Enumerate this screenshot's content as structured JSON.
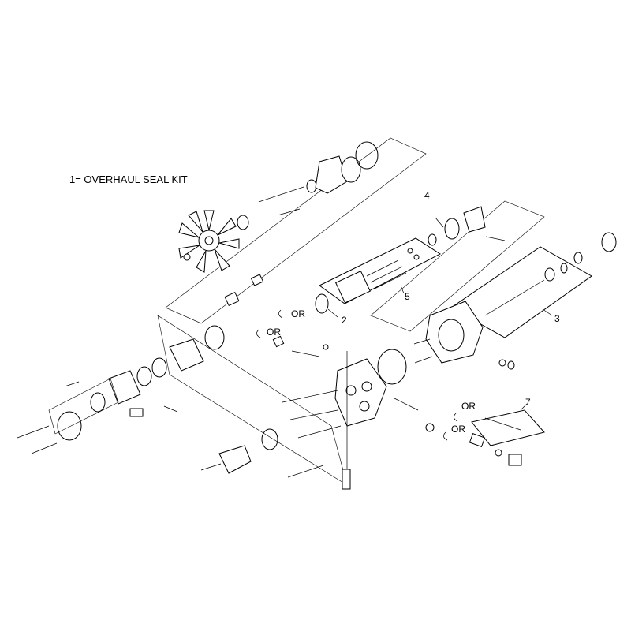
{
  "legend": {
    "text": "1= OVERHAUL SEAL KIT"
  },
  "callouts": {
    "c2": "2",
    "c3": "3",
    "c4": "4",
    "c5": "5",
    "c7": "7",
    "or_a": "OR",
    "or_b": "OR",
    "or_c": "OR",
    "or_d": "OR"
  }
}
